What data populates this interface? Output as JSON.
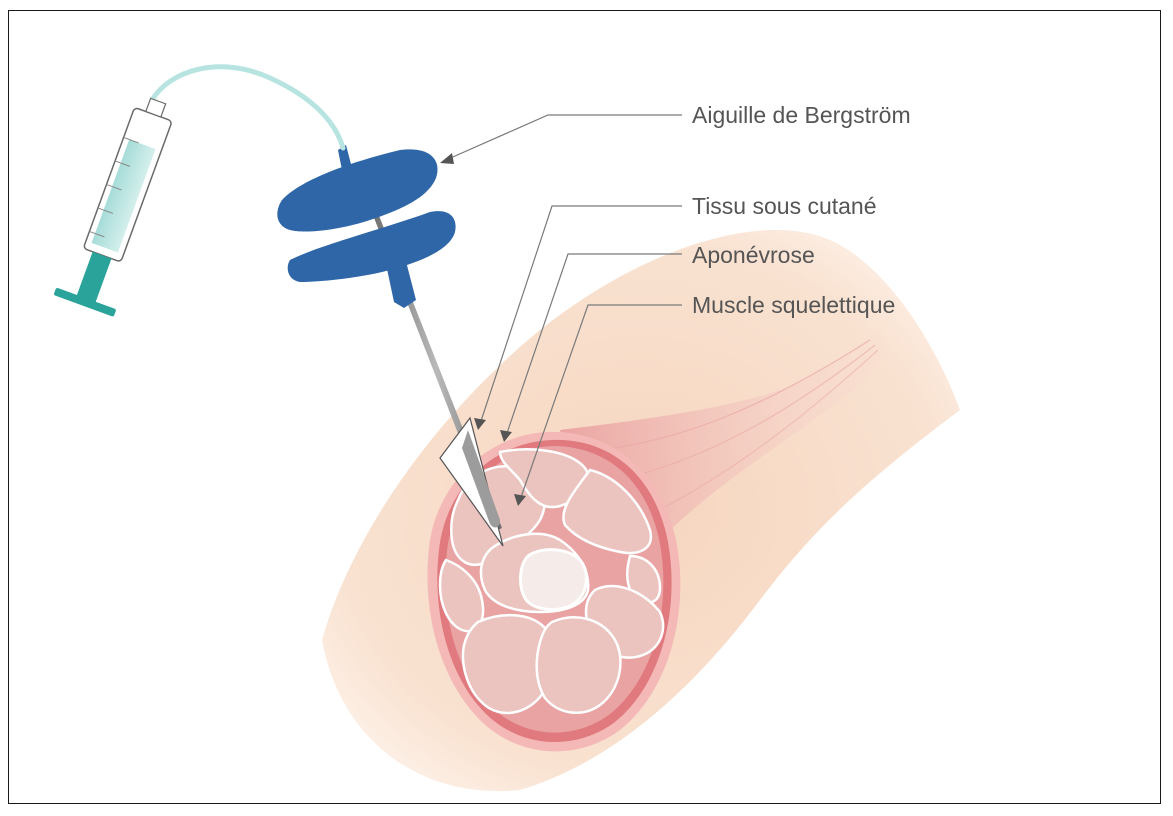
{
  "labels": {
    "needle": "Aiguille de Bergström",
    "subcutaneous": "Tissu sous cutané",
    "aponeurosis": "Aponévrose",
    "muscle": "Muscle squelettique"
  },
  "colors": {
    "skin": "#f8dcc7",
    "fascia": "#e07a7f",
    "fascicle": "#ebc3bf",
    "needle_handle": "#2e66a8",
    "syringe_plunger": "#2aa39a",
    "leader_line": "#7a7a7a"
  }
}
